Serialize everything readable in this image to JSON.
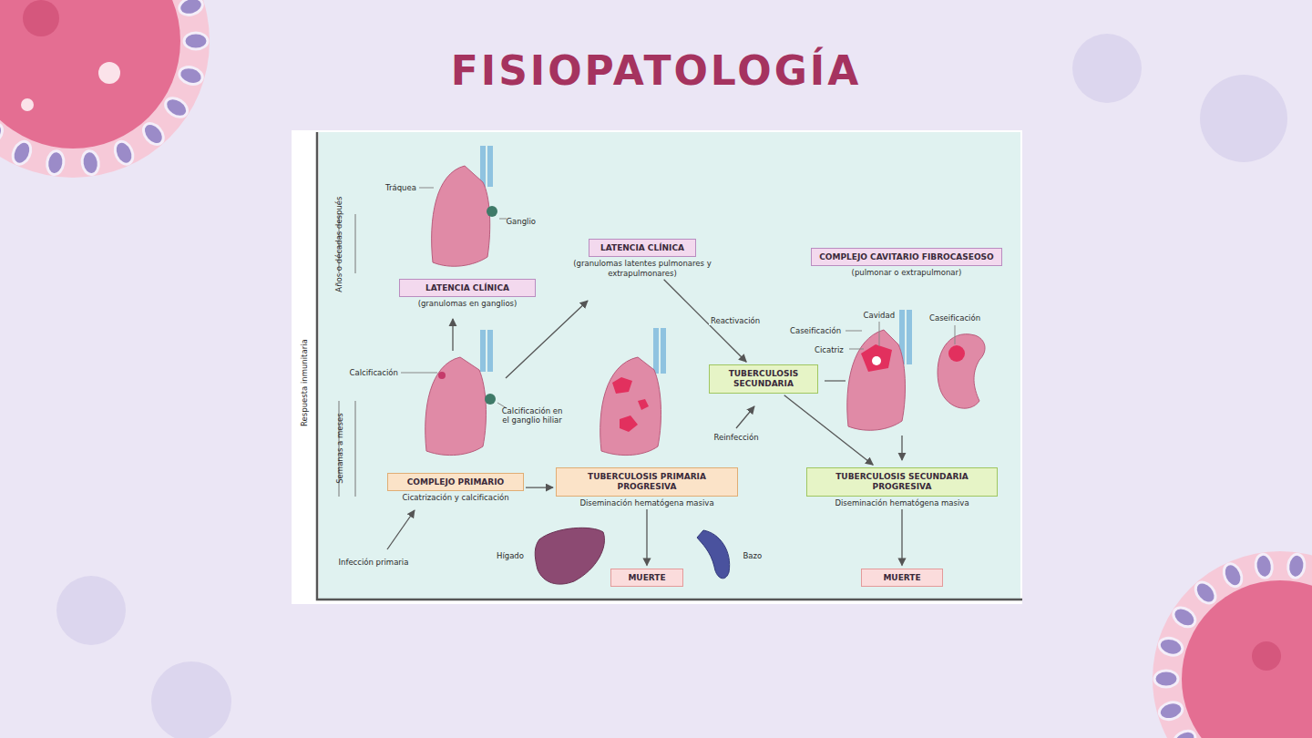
{
  "diagram": {
    "title": "FISIOPATOLOGÍA",
    "nodes": [
      {
        "text": [
          "LATENCIA CLÍNICA",
          "(granulomas en ganglios)"
        ]
      },
      {
        "text": [
          "LATENCIA CLÍNICA",
          "(granulomas latentes pulmonares y extrapulmonares)"
        ]
      },
      {
        "text": [
          "COMPLEJO CAVITARIO FIBROCASEOSO",
          "(pulmonar o extrapulmonar)"
        ]
      },
      {
        "text": [
          "TUBERCULOSIS SECUNDARIA"
        ]
      },
      {
        "text": [
          "COMPLEJO PRIMARIO",
          "Cicatrización y calcificación"
        ]
      },
      {
        "text": [
          "TUBERCULOSIS PRIMARIA PROGRESIVA",
          "Diseminación hematógena masiva"
        ]
      },
      {
        "text": [
          "TUBERCULOSIS SECUNDARIA PROGRESIVA",
          "Diseminación hematógena masiva"
        ]
      },
      {
        "text": [
          "MUERTE"
        ]
      },
      {
        "text": [
          "MUERTE"
        ]
      }
    ],
    "edges": [
      {
        "from": 1,
        "to": 3,
        "arrow": "to",
        "label": "Reactivación"
      },
      {
        "from": 4,
        "to": 5,
        "arrow": "to"
      },
      {
        "from": 3,
        "to": 6,
        "arrow": "to"
      },
      {
        "from": 5,
        "to": 7,
        "arrow": "to"
      },
      {
        "from": 6,
        "to": 8,
        "arrow": "to"
      }
    ],
    "labels": [
      "Tráquea",
      "Ganglio",
      "Calcificación",
      "Calcificación en el ganglio hiliar",
      "Infección primaria",
      "Hígado",
      "Bazo",
      "Reinfección",
      "Cavidad",
      "Caseificación",
      "Cicatriz",
      "Caseificación",
      "Respuesta inmunitaria",
      "Años o décadas después",
      "Semanas a meses"
    ]
  }
}
